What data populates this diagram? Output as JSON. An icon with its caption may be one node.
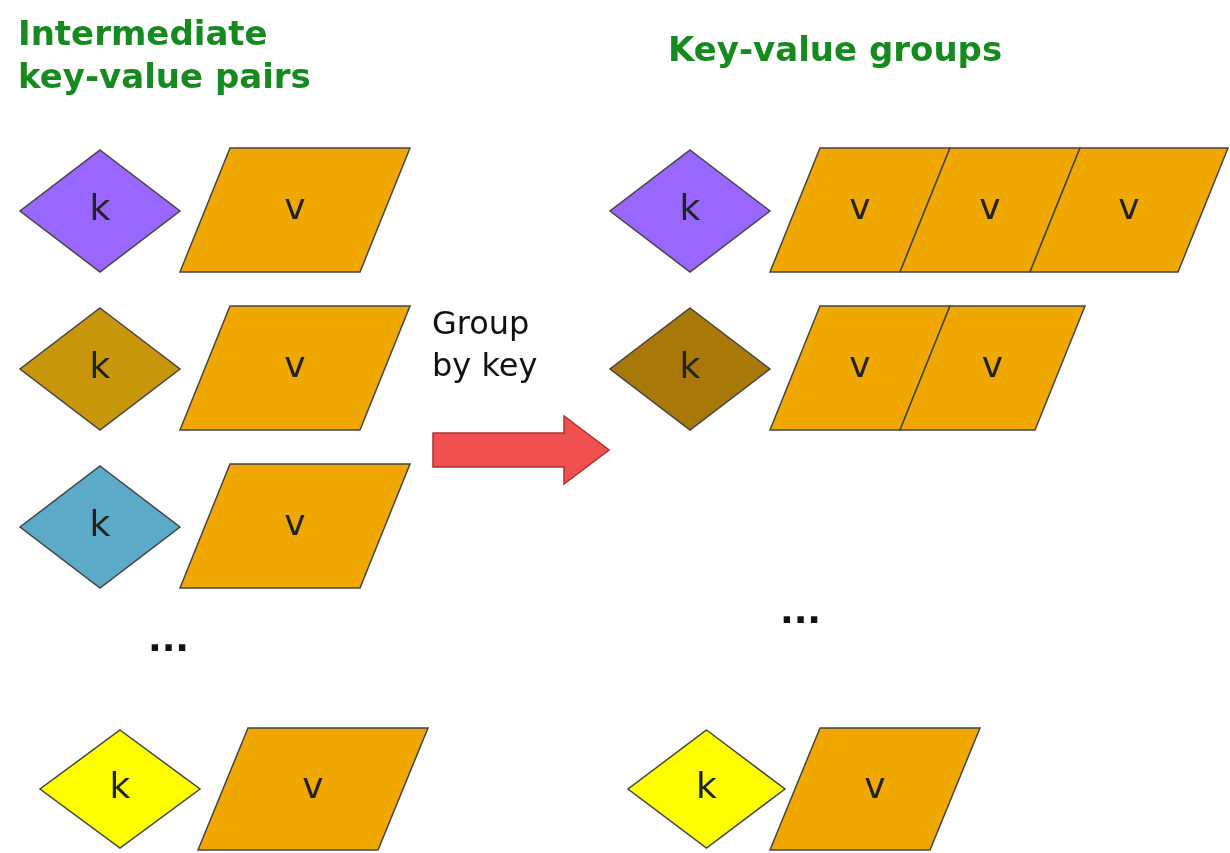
{
  "diagram": {
    "title": "Key-value groups",
    "nodes": [
      {
        "text": [
          "k"
        ]
      },
      {
        "text": [
          "v"
        ]
      },
      {
        "text": [
          "k"
        ]
      },
      {
        "text": [
          "v"
        ]
      },
      {
        "text": [
          "v"
        ]
      },
      {
        "text": [
          "v"
        ]
      },
      {
        "text": [
          "k"
        ]
      },
      {
        "text": [
          "v"
        ]
      },
      {
        "text": [
          "k"
        ]
      },
      {
        "text": [
          "v"
        ]
      },
      {
        "text": [
          "v"
        ]
      },
      {
        "text": [
          "k"
        ]
      },
      {
        "text": [
          "v"
        ]
      },
      {
        "text": [
          "k"
        ]
      },
      {
        "text": [
          "v"
        ]
      },
      {
        "text": [
          "k"
        ]
      },
      {
        "text": [
          "v"
        ]
      }
    ],
    "edges": [
      {
        "from": 12,
        "to": 8,
        "arrow": "to",
        "label": "Group by key"
      }
    ],
    "labels": [
      "Intermediate key-value pairs",
      "...",
      "..."
    ]
  }
}
